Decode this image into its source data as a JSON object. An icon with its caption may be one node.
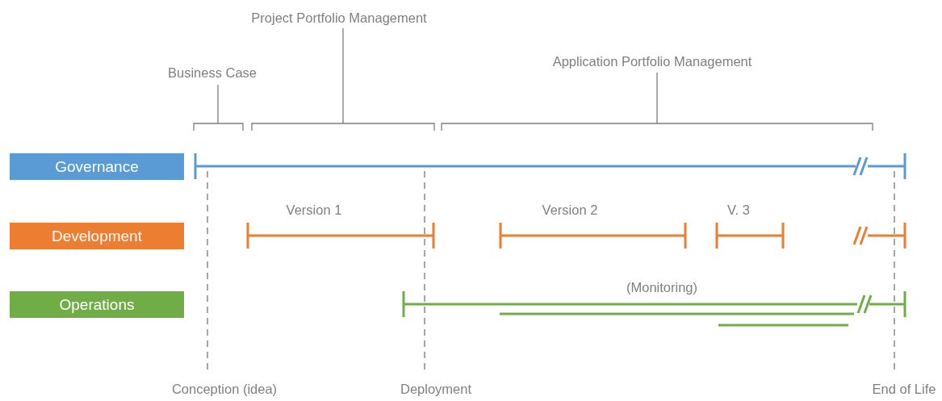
{
  "diagram": {
    "nodes": [
      {
        "text": [
          "Governance"
        ]
      },
      {
        "text": [
          "Development"
        ]
      },
      {
        "text": [
          "Operations"
        ]
      }
    ],
    "labels": [
      "Project Portfolio Management",
      "Business Case",
      "Application Portfolio Management",
      "Version 1",
      "Version 2",
      "V. 3",
      "(Monitoring)",
      "Conception (idea)",
      "Deployment",
      "End of Life"
    ]
  }
}
